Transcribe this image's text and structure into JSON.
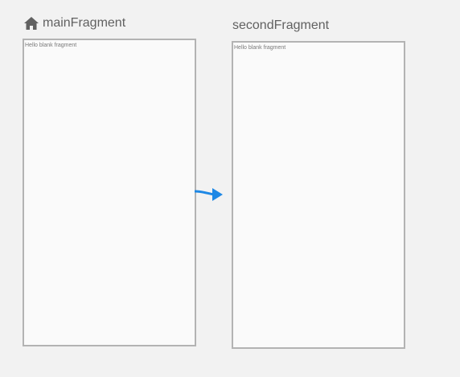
{
  "destinations": [
    {
      "id": "mainFragment",
      "title": "mainFragment",
      "is_start": true,
      "icon": "home-icon",
      "preview_text": "Hello blank fragment"
    },
    {
      "id": "secondFragment",
      "title": "secondFragment",
      "is_start": false,
      "preview_text": "Hello blank fragment"
    }
  ],
  "actions": [
    {
      "from": "mainFragment",
      "to": "secondFragment",
      "color": "#1e88e5"
    }
  ],
  "colors": {
    "canvas": "#f2f2f2",
    "frame_border": "#b3b3b3",
    "frame_fill": "#fafafa",
    "title_text": "#616161",
    "action": "#1e88e5"
  }
}
